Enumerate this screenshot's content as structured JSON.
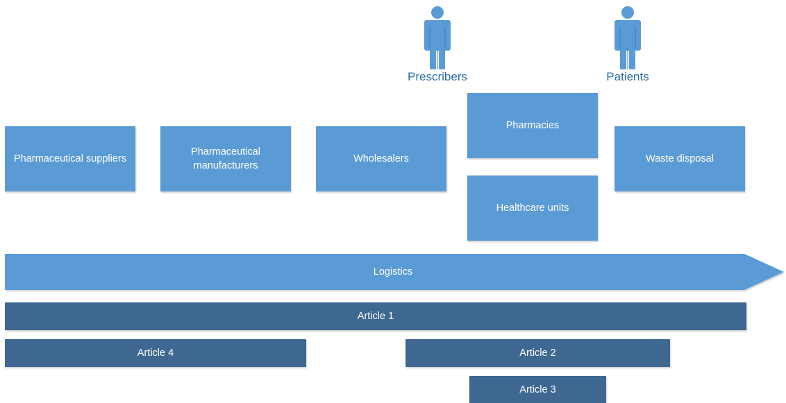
{
  "actors": {
    "prescribers": "Prescribers",
    "patients": "Patients"
  },
  "stages": {
    "pharmaceutical_suppliers": "Pharmaceutical suppliers",
    "pharmaceutical_manufacturers": "Pharmaceutical manufacturers",
    "wholesalers": "Wholesalers",
    "pharmacies": "Pharmacies",
    "healthcare_units": "Healthcare units",
    "waste_disposal": "Waste disposal"
  },
  "logistics": "Logistics",
  "articles": {
    "article_1": "Article 1",
    "article_2": "Article 2",
    "article_3": "Article 3",
    "article_4": "Article 4"
  },
  "colors": {
    "box": "#5b9bd5",
    "bar": "#3e6791",
    "label": "#2f6ea8"
  },
  "icons": {
    "person": "person-icon"
  }
}
